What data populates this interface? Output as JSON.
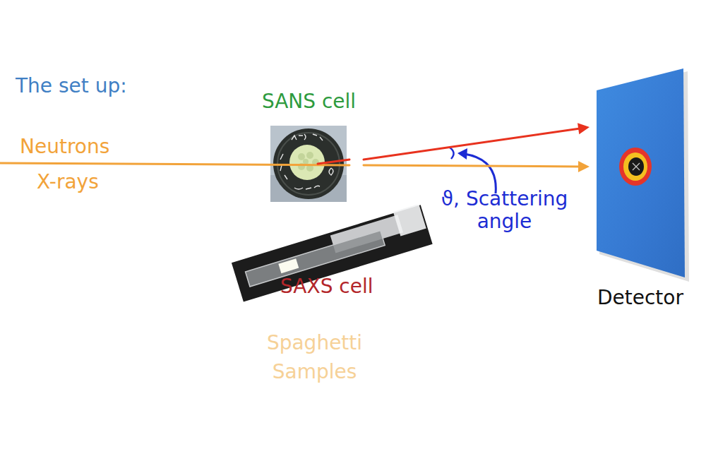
{
  "diagram": {
    "title": "The set up:",
    "nodes": [
      {
        "text": [
          "SANS cell"
        ]
      },
      {
        "text": [
          "SAXS cell"
        ]
      },
      {
        "text": [
          "Detector"
        ]
      }
    ],
    "edges": [
      {
        "from": 0,
        "to": 2,
        "arrow": "to"
      },
      {
        "from": 0,
        "to": 2,
        "arrow": "to"
      }
    ],
    "labels": [
      "Neutrons",
      "X-rays",
      "ϑ, Scattering angle",
      "Spaghetti Samples"
    ]
  }
}
